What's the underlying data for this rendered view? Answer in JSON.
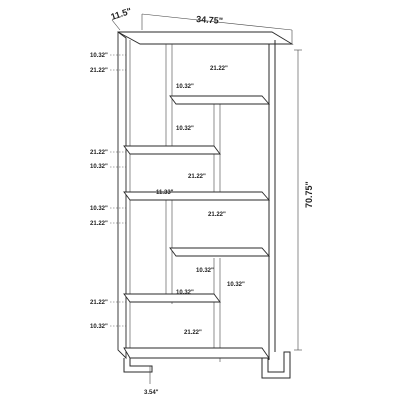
{
  "diagram": {
    "overall": {
      "depth": "11.5\"",
      "width": "34.75\"",
      "height": "70.75\""
    },
    "left_labels": [
      "10.32\"",
      "21.22\"",
      "21.22\"",
      "10.32\"",
      "10.32\"",
      "21.22\"",
      "21.22\"",
      "10.32\""
    ],
    "interior_labels": [
      "21.22\"",
      "10.32\"",
      "10.32\"",
      "21.22\"",
      "11.33\"",
      "21.22\"",
      "10.32\"",
      "10.32\"",
      "10.32\"",
      "21.22\""
    ],
    "leg_label": "3.54\""
  }
}
